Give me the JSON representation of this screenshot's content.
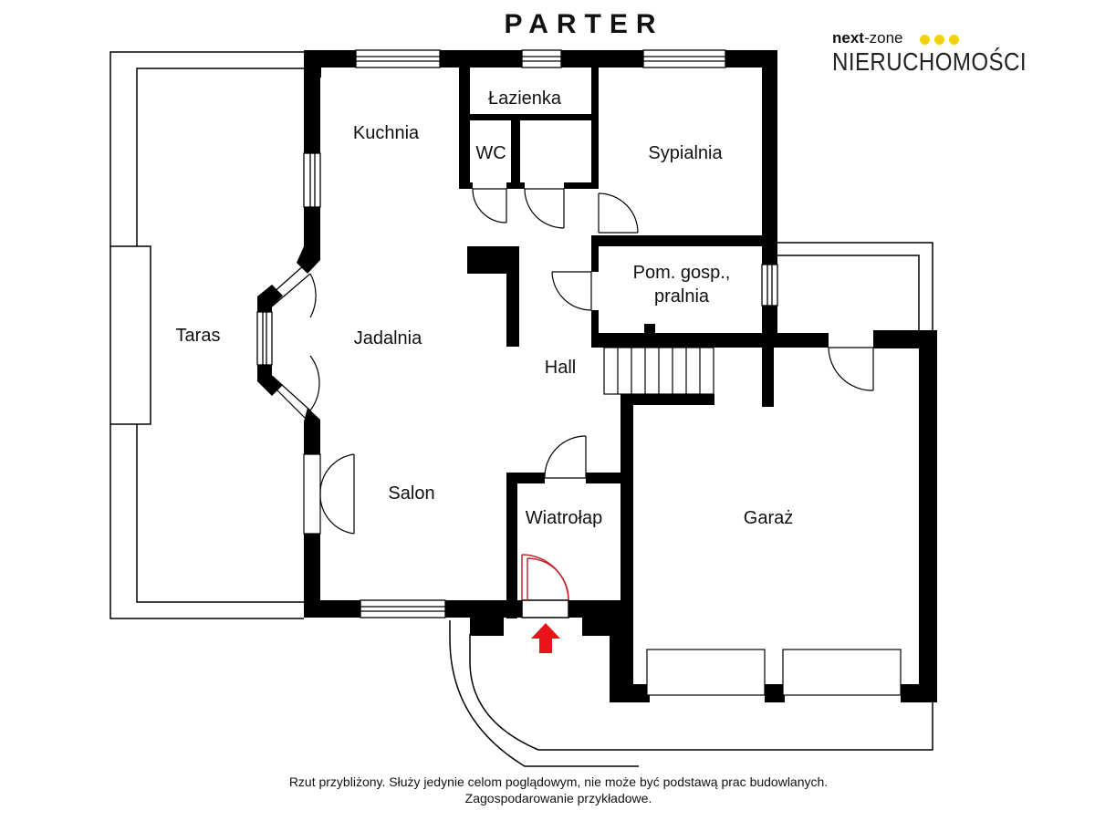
{
  "title": "PARTER",
  "logo": {
    "brand": "next",
    "suffix": "-zone",
    "wordmark": "NIERUCHOMOŚCI",
    "dot_color": "#f2d20c"
  },
  "rooms": {
    "taras": "Taras",
    "kuchnia": "Kuchnia",
    "lazienka": "Łazienka",
    "wc": "WC",
    "sypialnia": "Sypialnia",
    "pom_gosp_line1": "Pom. gosp.,",
    "pom_gosp_line2": "pralnia",
    "jadalnia": "Jadalnia",
    "hall": "Hall",
    "salon": "Salon",
    "wiatrolap": "Wiatrołap",
    "garaz": "Garaż"
  },
  "footnote": {
    "line1": "Rzut przybliżony. Służy jedynie celom poglądowym, nie może być podstawą prac budowlanych.",
    "line2": "Zagospodarowanie przykładowe."
  },
  "colors": {
    "wall": "#000000",
    "entrance_arrow": "#e8141a",
    "entrance_door": "#c0282d"
  }
}
